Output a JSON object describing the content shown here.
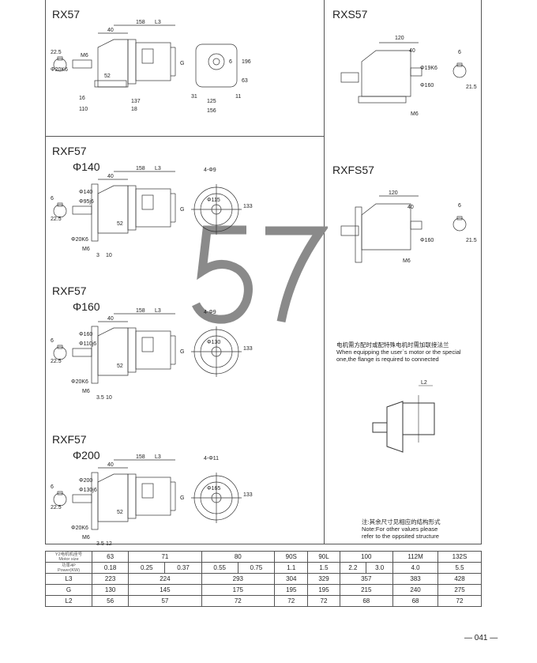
{
  "sections": {
    "rx57": {
      "title": "RX57",
      "dims": [
        "158",
        "L3",
        "40",
        "G",
        "6",
        "22.5",
        "Φ20K6",
        "M6",
        "16",
        "110",
        "137",
        "18",
        "52",
        "196",
        "63",
        "31",
        "125",
        "156",
        "11"
      ]
    },
    "rxs57": {
      "title": "RXS57",
      "dims": [
        "120",
        "40",
        "Φ19K6",
        "Φ160",
        "6",
        "21.5",
        "M6"
      ]
    },
    "rxf57a": {
      "title": "RXF57",
      "sub": "Φ140",
      "dims": [
        "158",
        "L3",
        "40",
        "G",
        "4-Φ9",
        "133",
        "6",
        "22.5",
        "Φ140",
        "Φ95j6",
        "Φ20K6",
        "M6",
        "3",
        "10",
        "52",
        "Φ115"
      ]
    },
    "rxfs57": {
      "title": "RXFS57",
      "dims": [
        "120",
        "40",
        "Φ160",
        "6",
        "21.5",
        "M6"
      ]
    },
    "rxf57b": {
      "title": "RXF57",
      "sub": "Φ160",
      "dims": [
        "158",
        "L3",
        "40",
        "G",
        "4-Φ9",
        "133",
        "6",
        "22.5",
        "Φ160",
        "Φ110j6",
        "Φ20K6",
        "M6",
        "3.5",
        "10",
        "52",
        "Φ130"
      ]
    },
    "rxf57c": {
      "title": "RXF57",
      "sub": "Φ200",
      "dims": [
        "158",
        "L3",
        "40",
        "G",
        "4-Φ11",
        "133",
        "6",
        "22.5",
        "Φ200",
        "Φ130j6",
        "Φ20K6",
        "M6",
        "3.5",
        "12",
        "52",
        "Φ165"
      ]
    }
  },
  "watermark": "57",
  "note1": {
    "cn": "电机需方配时或配特殊电机时需加联接法兰",
    "en1": "When equipping the user`s motor or the special",
    "en2": "one,the flange is required to connected",
    "dim": "L2"
  },
  "note2": {
    "cn": "注:其余尺寸见相应的结构形式",
    "en1": "Note:For other values please",
    "en2": "refer to the oppsited structure"
  },
  "table": {
    "motor_label_cn": "Y2电机机座号",
    "motor_label_en": "Motor size",
    "power_label_cn": "功率4P",
    "power_label_en": "Power(KW)",
    "motor": [
      "63",
      "71",
      "80",
      "90S",
      "90L",
      "100",
      "112M",
      "132S"
    ],
    "power": [
      "0.18",
      "0.25",
      "0.37",
      "0.55",
      "0.75",
      "1.1",
      "1.5",
      "2.2",
      "3.0",
      "4.0",
      "5.5"
    ],
    "rows": [
      {
        "label": "L3",
        "values": [
          "223",
          "224",
          "293",
          "304",
          "329",
          "357",
          "383",
          "428"
        ]
      },
      {
        "label": "G",
        "values": [
          "130",
          "145",
          "175",
          "195",
          "195",
          "215",
          "240",
          "275"
        ]
      },
      {
        "label": "L2",
        "values": [
          "56",
          "57",
          "72",
          "72",
          "72",
          "68",
          "68",
          "72"
        ]
      }
    ]
  },
  "page_number": "041"
}
